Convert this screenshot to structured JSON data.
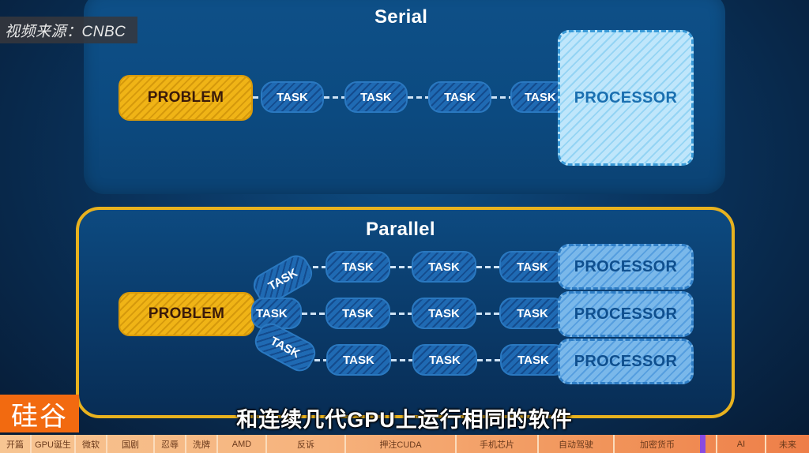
{
  "video": {
    "source_watermark": "视频来源：CNBC",
    "subtitle": "和连续几代GPU上运行相同的软件",
    "logo_text": "硅谷"
  },
  "diagram": {
    "serial": {
      "title": "Serial",
      "problem_label": "PROBLEM",
      "tasks": [
        "TASK",
        "TASK",
        "TASK",
        "TASK"
      ],
      "processor_label": "PROCESSOR"
    },
    "parallel": {
      "title": "Parallel",
      "problem_label": "PROBLEM",
      "rows": [
        {
          "tasks": [
            "TASK",
            "TASK",
            "TASK",
            "TASK"
          ],
          "processor_label": "PROCESSOR"
        },
        {
          "tasks": [
            "TASK",
            "TASK",
            "TASK",
            "TASK"
          ],
          "processor_label": "PROCESSOR"
        },
        {
          "tasks": [
            "TASK",
            "TASK",
            "TASK",
            "TASK"
          ],
          "processor_label": "PROCESSOR"
        }
      ]
    },
    "colors": {
      "problem": "#f0b416",
      "task": "#1f6ab3",
      "processor_serial": "#bfe6fb",
      "processor_parallel": "#7ab8ea",
      "parallel_border": "#e8b21f"
    }
  },
  "chapter_bar": {
    "chapters": [
      {
        "label": "开篇",
        "width": 40
      },
      {
        "label": "GPU诞生",
        "width": 56
      },
      {
        "label": "微软",
        "width": 40
      },
      {
        "label": "国剧",
        "width": 60
      },
      {
        "label": "忍辱",
        "width": 40
      },
      {
        "label": "洗牌",
        "width": 40
      },
      {
        "label": "AMD",
        "width": 62
      },
      {
        "label": "反诉",
        "width": 100
      },
      {
        "label": "押注CUDA",
        "width": 140
      },
      {
        "label": "手机芯片",
        "width": 104
      },
      {
        "label": "自动驾驶",
        "width": 96
      },
      {
        "label": "加密货币",
        "width": 110
      },
      {
        "label": "",
        "width": 20
      },
      {
        "label": "AI",
        "width": 62
      },
      {
        "label": "未来",
        "width": 54
      }
    ],
    "progress_marker_color": "#8a4be0"
  }
}
